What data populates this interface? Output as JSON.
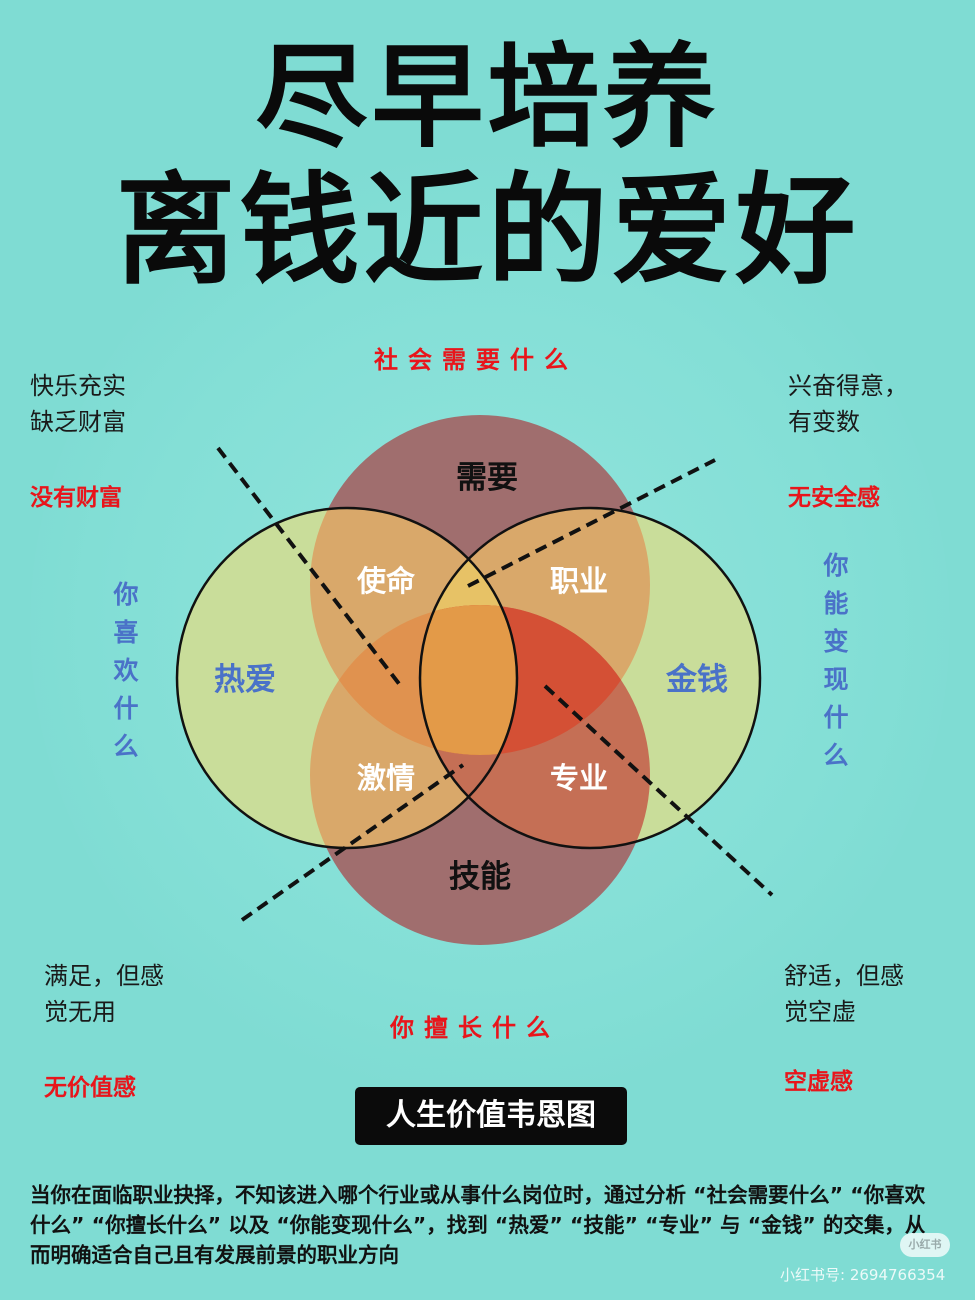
{
  "title": {
    "line1": "尽早培养",
    "line2": "离钱近的爱好"
  },
  "axes": {
    "top": "社会需要什么",
    "bottom": "你擅长什么",
    "left": "你喜欢什么",
    "right": "你能变现什么"
  },
  "corners": {
    "top_left": {
      "line1": "快乐充实",
      "line2": "缺乏财富",
      "verdict": "没有财富"
    },
    "top_right": {
      "line1": "兴奋得意，",
      "line2": "有变数",
      "verdict": "无安全感"
    },
    "bottom_left": {
      "line1": "满足，但感",
      "line2": "觉无用",
      "verdict": "无价值感"
    },
    "bottom_right": {
      "line1": "舒适，但感",
      "line2": "觉空虚",
      "verdict": "空虚感"
    }
  },
  "circles": {
    "top": "需要",
    "left": "热爱",
    "right": "金钱",
    "bottom": "技能"
  },
  "intersections": {
    "top_left": "使命",
    "top_right": "职业",
    "bottom_left": "激情",
    "bottom_right": "专业"
  },
  "diagram_label": "人生价值韦恩图",
  "description": "当你在面临职业抉择，不知该进入哪个行业或从事什么岗位时，通过分析 “社会需要什么” “你喜欢什么” “你擅长什么” 以及 “你能变现什么”，找到 “热爱” “技能” “专业” 与 “金钱” 的交集，从而明确适合自己且有发展前景的职业方向",
  "logo": "小红书",
  "watermark": "小红书号: 2694766354",
  "colors": {
    "background": "#7fdcd3",
    "need_circle": "#a06e6e",
    "love_circle": "#c9dd9a",
    "money_circle": "#c9dd9a",
    "skill_circle": "#a06e6e",
    "axis_red": "#e8151b",
    "axis_blue": "#4a72c8"
  }
}
